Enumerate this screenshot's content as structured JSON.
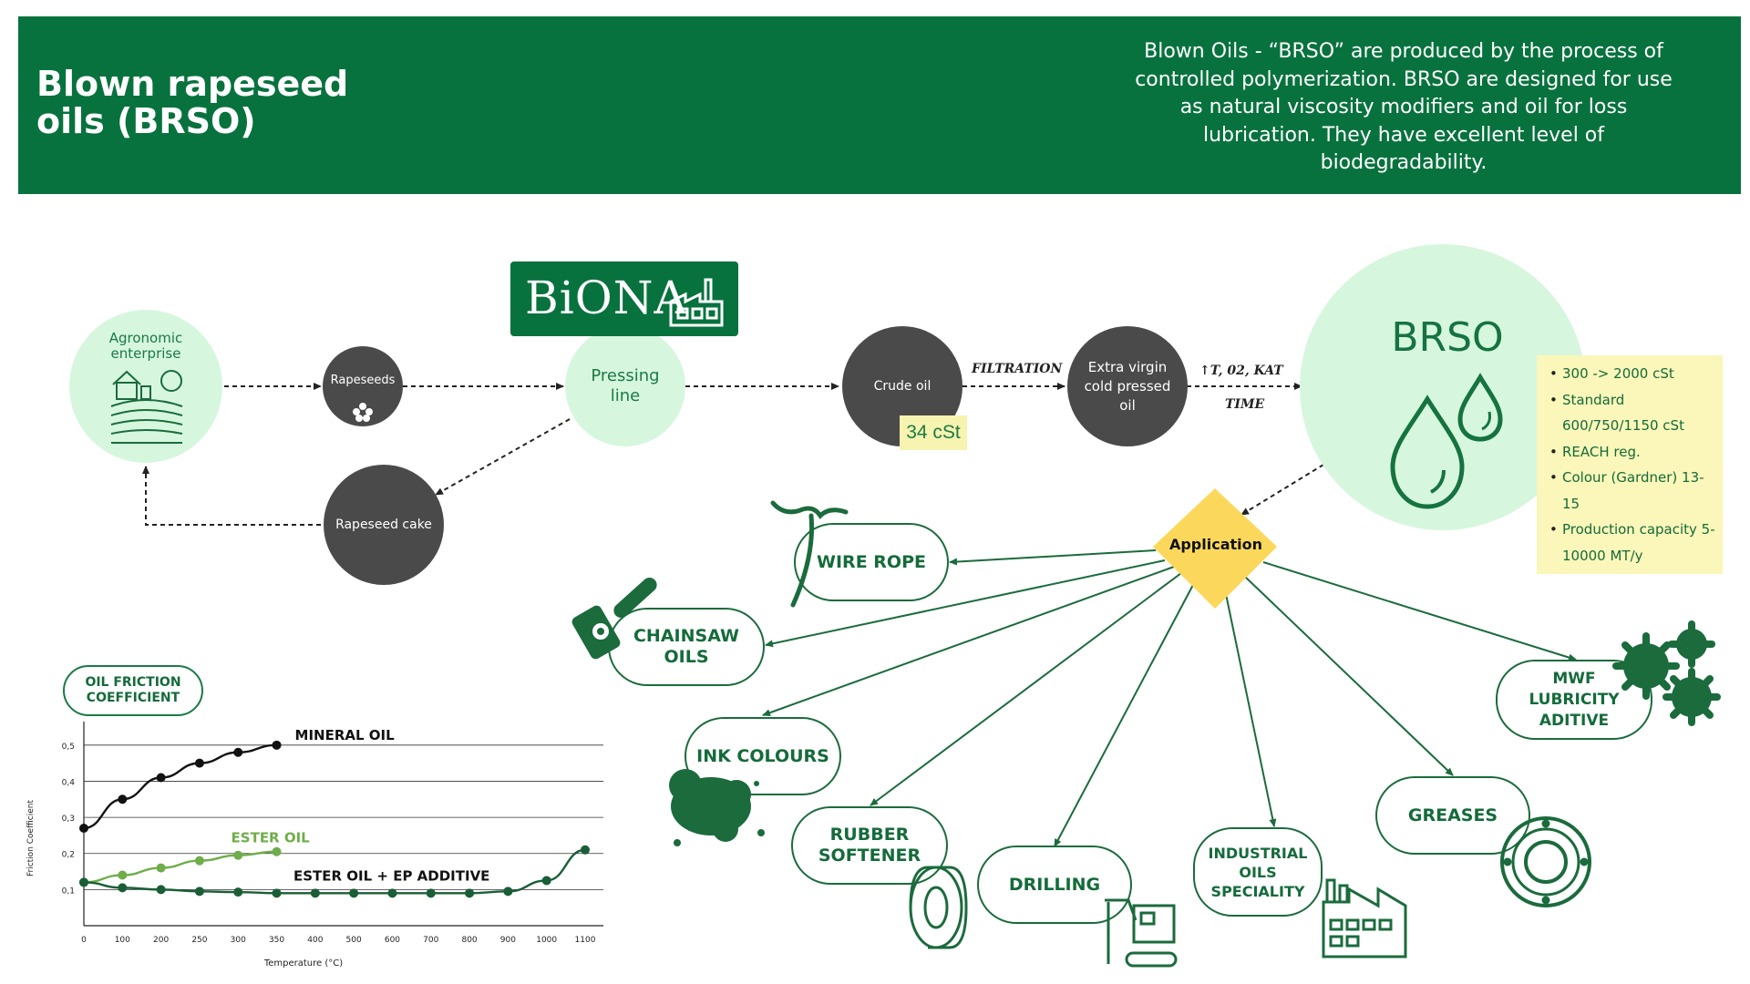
{
  "header": {
    "title": "Blown rapeseed oils (BRSO)",
    "description": "Blown Oils - “BRSO” are produced by the process of controlled polymerization. BRSO are designed for use as natural viscosity modifiers and oil for loss lubrication. They have excellent level of biodegradability."
  },
  "logo": {
    "text": "BiONA"
  },
  "process": {
    "agronomic": "Agronomic enterprise",
    "rapeseeds": "Rapeseeds",
    "pressing": "Pressing line",
    "rapeseed_cake": "Rapeseed cake",
    "crude_oil": "Crude oil",
    "crude_viscosity": "34 cSt",
    "filtration": "FILTRATION",
    "extra_virgin": "Extra virgin cold pressed oil",
    "conditions": "↑T, 02, KAT",
    "time": "TIME",
    "brso": "BRSO"
  },
  "specs": {
    "items": [
      "300 -> 2000 cSt",
      "Standard 600/750/1150 cSt",
      "REACH reg.",
      "Colour (Gardner)  13-15",
      "Production capacity 5-10000 MT/y"
    ]
  },
  "application": {
    "label": "Application",
    "targets": [
      "WIRE ROPE",
      "CHAINSAW OILS",
      "INK COLOURS",
      "RUBBER SOFTENER",
      "DRILLING",
      "INDUSTRIAL OILS SPECIALITY",
      "GREASES",
      "MWF LUBRICITY ADITIVE"
    ]
  },
  "colors": {
    "banner": "#08723e",
    "light_green": "#d6f7de",
    "dark_grey": "#4a4a4a",
    "accent_yellow": "#fbd85b",
    "spec_yellow": "#fbf6b9"
  },
  "chart_data": {
    "type": "line",
    "title": "OIL FRICTION COEFFICIENT",
    "xlabel": "Temperature (°C)",
    "ylabel": "Friction Coefficient",
    "categories": [
      "0",
      "100",
      "200",
      "250",
      "300",
      "350",
      "400",
      "500",
      "600",
      "700",
      "800",
      "900",
      "1000",
      "1100"
    ],
    "ylim": [
      0,
      0.55
    ],
    "y_ticks": [
      "0,1",
      "0,2",
      "0,3",
      "0,4",
      "0,5"
    ],
    "grid": true,
    "series": [
      {
        "name": "MINERAL OIL",
        "color": "#111111",
        "values": [
          0.27,
          0.35,
          0.41,
          0.45,
          0.48,
          0.5
        ]
      },
      {
        "name": "ESTER OIL",
        "color": "#6fad4a",
        "values": [
          0.12,
          0.14,
          0.16,
          0.18,
          0.195,
          0.205
        ]
      },
      {
        "name": "ESTER OIL + EP ADDITIVE",
        "color": "#1a5e36",
        "values": [
          0.12,
          0.105,
          0.1,
          0.095,
          0.093,
          0.09,
          0.09,
          0.09,
          0.09,
          0.09,
          0.09,
          0.095,
          0.125,
          0.21
        ]
      }
    ]
  }
}
